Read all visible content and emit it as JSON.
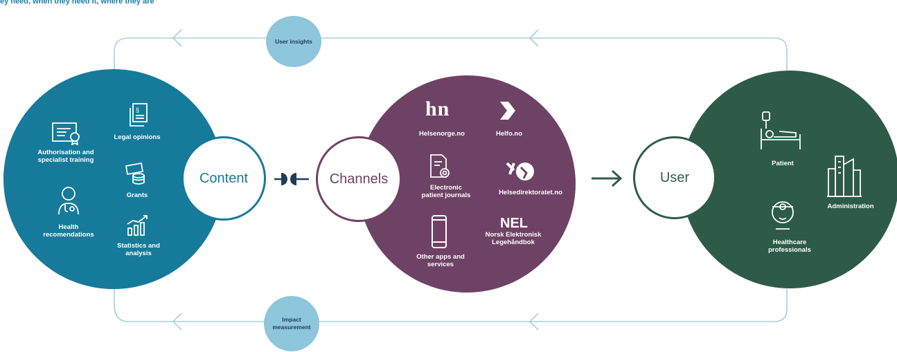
{
  "caption": "ey need, when they need it, where they are",
  "colors": {
    "content": "#167a9a",
    "channels": "#6e4265",
    "user": "#2e5b47",
    "feedback": "#8ec6db",
    "line": "#a9cfdc"
  },
  "feedback": {
    "top": "User insights",
    "bottom": "Impact\nmeasurement"
  },
  "content": {
    "hub": "Content",
    "items": {
      "authorisation": "Authorisation and\nspecialist training",
      "legal": "Legal opinions",
      "grants": "Grants",
      "health": "Health\nrecomendations",
      "statistics": "Statistics and\nanalysis"
    }
  },
  "channels": {
    "hub": "Channels",
    "hn_logo": "hn",
    "nel_logo": "NEL",
    "items": {
      "helsenorge": "Helsenorge.no",
      "helfo": "Helfo.no",
      "journals": "Electronic\npatient journals",
      "helsedir": "Helsedirektoratet.no",
      "apps": "Other apps and\nservices",
      "nel": "Norsk Elektronisk\nLegehåndbok"
    }
  },
  "user": {
    "hub": "User",
    "items": {
      "patient": "Patient",
      "administration": "Administration",
      "healthcare": "Healthcare\nprofessionals"
    }
  },
  "icons": [
    "certificate-icon",
    "document-icon",
    "grants-icon",
    "doctor-icon",
    "chart-icon",
    "plug-icon",
    "hn-logo",
    "helfo-logo",
    "journal-icon",
    "helsedir-logo",
    "phone-icon",
    "nel-logo",
    "arrow-right-icon",
    "patient-bed-icon",
    "building-icon",
    "healthcare-icon"
  ]
}
